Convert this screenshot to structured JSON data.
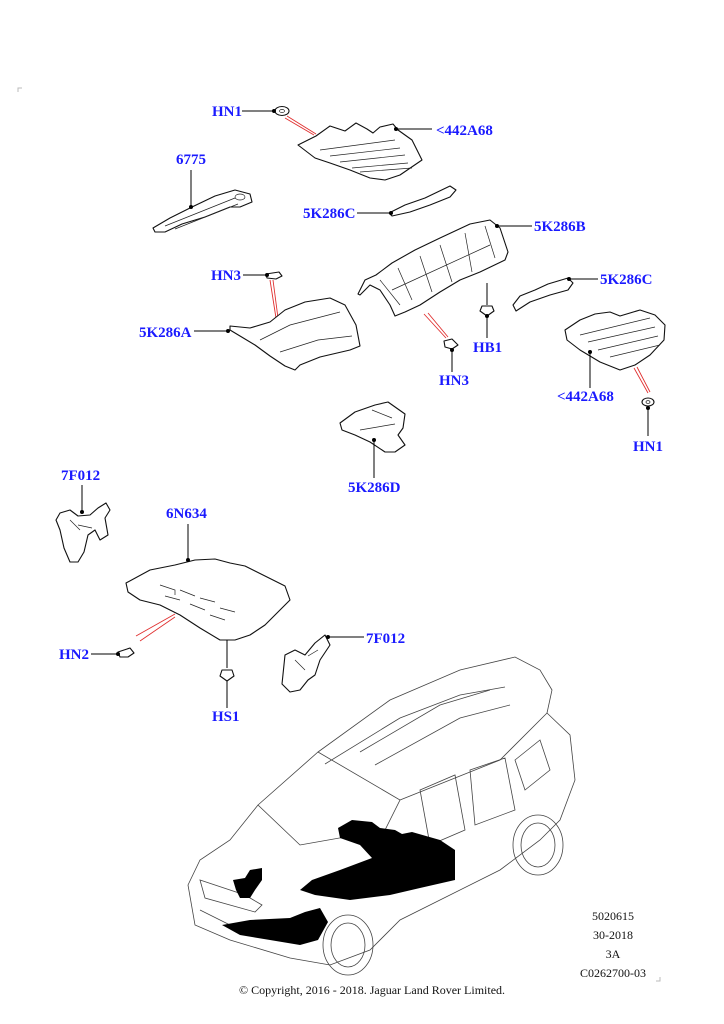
{
  "diagram": {
    "title": "Underbody Heat Shields / Undertray",
    "callouts": {
      "hn1_top": "HN1",
      "a442_top": "<442A68",
      "p6775": "6775",
      "k5_286c_top": "5K286C",
      "k5_286b": "5K286B",
      "hn3_left": "HN3",
      "k5_286a": "5K286A",
      "k5_286c_right": "5K286C",
      "hb1": "HB1",
      "hn3_center": "HN3",
      "a442_right": "<442A68",
      "hn1_right": "HN1",
      "k5_286d": "5K286D",
      "f7_012_left": "7F012",
      "n6_634": "6N634",
      "hn2": "HN2",
      "hs1": "HS1",
      "f7_012_right": "7F012"
    },
    "leader_color": "#000000",
    "label_color": "#1a1aff",
    "alt_leader_color": "#e03030"
  },
  "meta": {
    "doc_number": "5020615",
    "date_code": "30-2018",
    "revision": "3A",
    "illustration_id": "C0262700-03"
  },
  "footer": {
    "copyright": "© Copyright, 2016 - 2018. Jaguar Land Rover Limited."
  }
}
